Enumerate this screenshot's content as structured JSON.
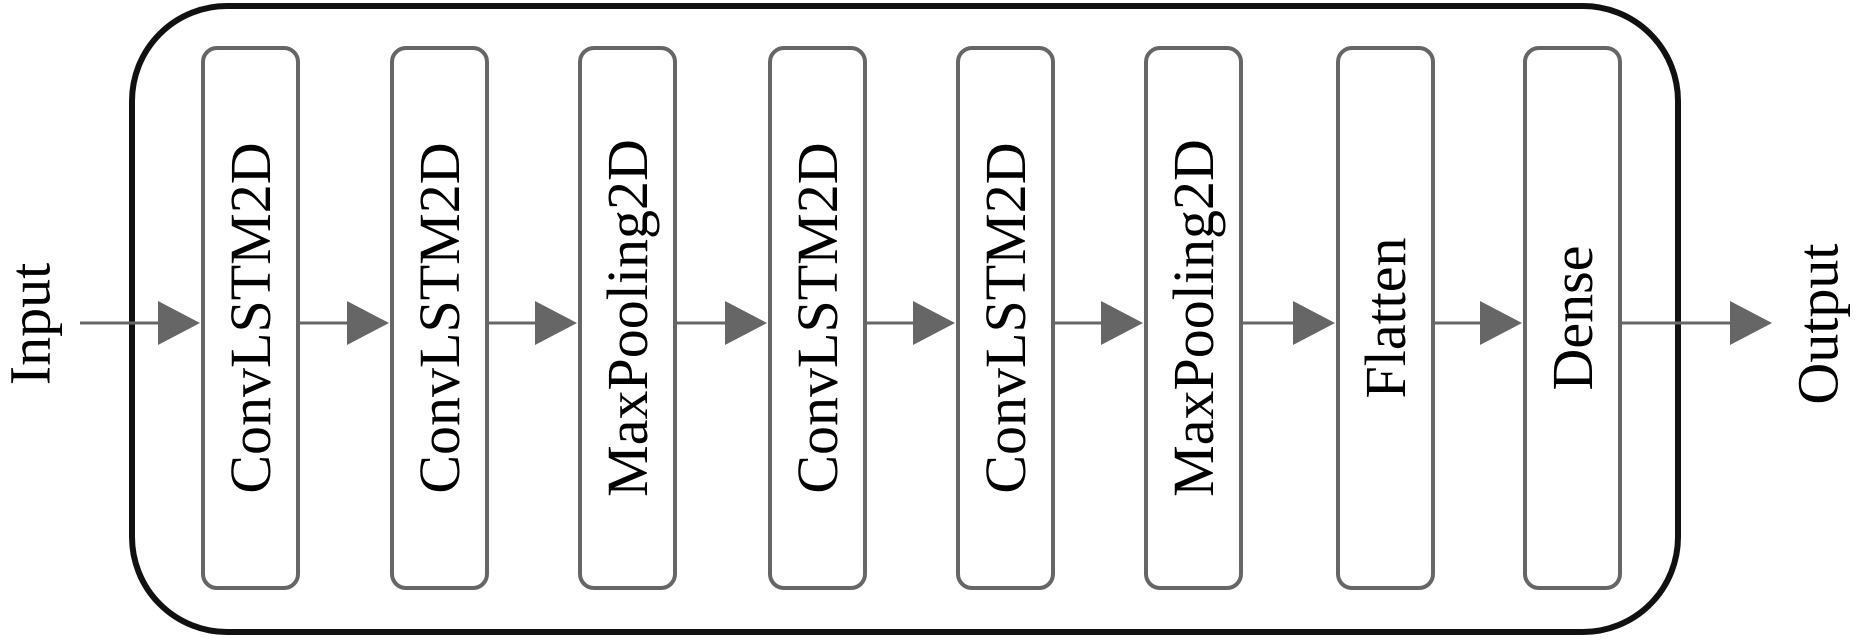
{
  "input_label": "Input",
  "output_label": "Output",
  "layers": [
    {
      "label": "ConvLSTM2D"
    },
    {
      "label": "ConvLSTM2D"
    },
    {
      "label": "MaxPooling2D"
    },
    {
      "label": "ConvLSTM2D"
    },
    {
      "label": "ConvLSTM2D"
    },
    {
      "label": "MaxPooling2D"
    },
    {
      "label": "Flatten"
    },
    {
      "label": "Dense"
    }
  ],
  "colors": {
    "layer_border": "#666666",
    "container_border": "#111111",
    "arrow": "#666666",
    "text": "#000000"
  }
}
